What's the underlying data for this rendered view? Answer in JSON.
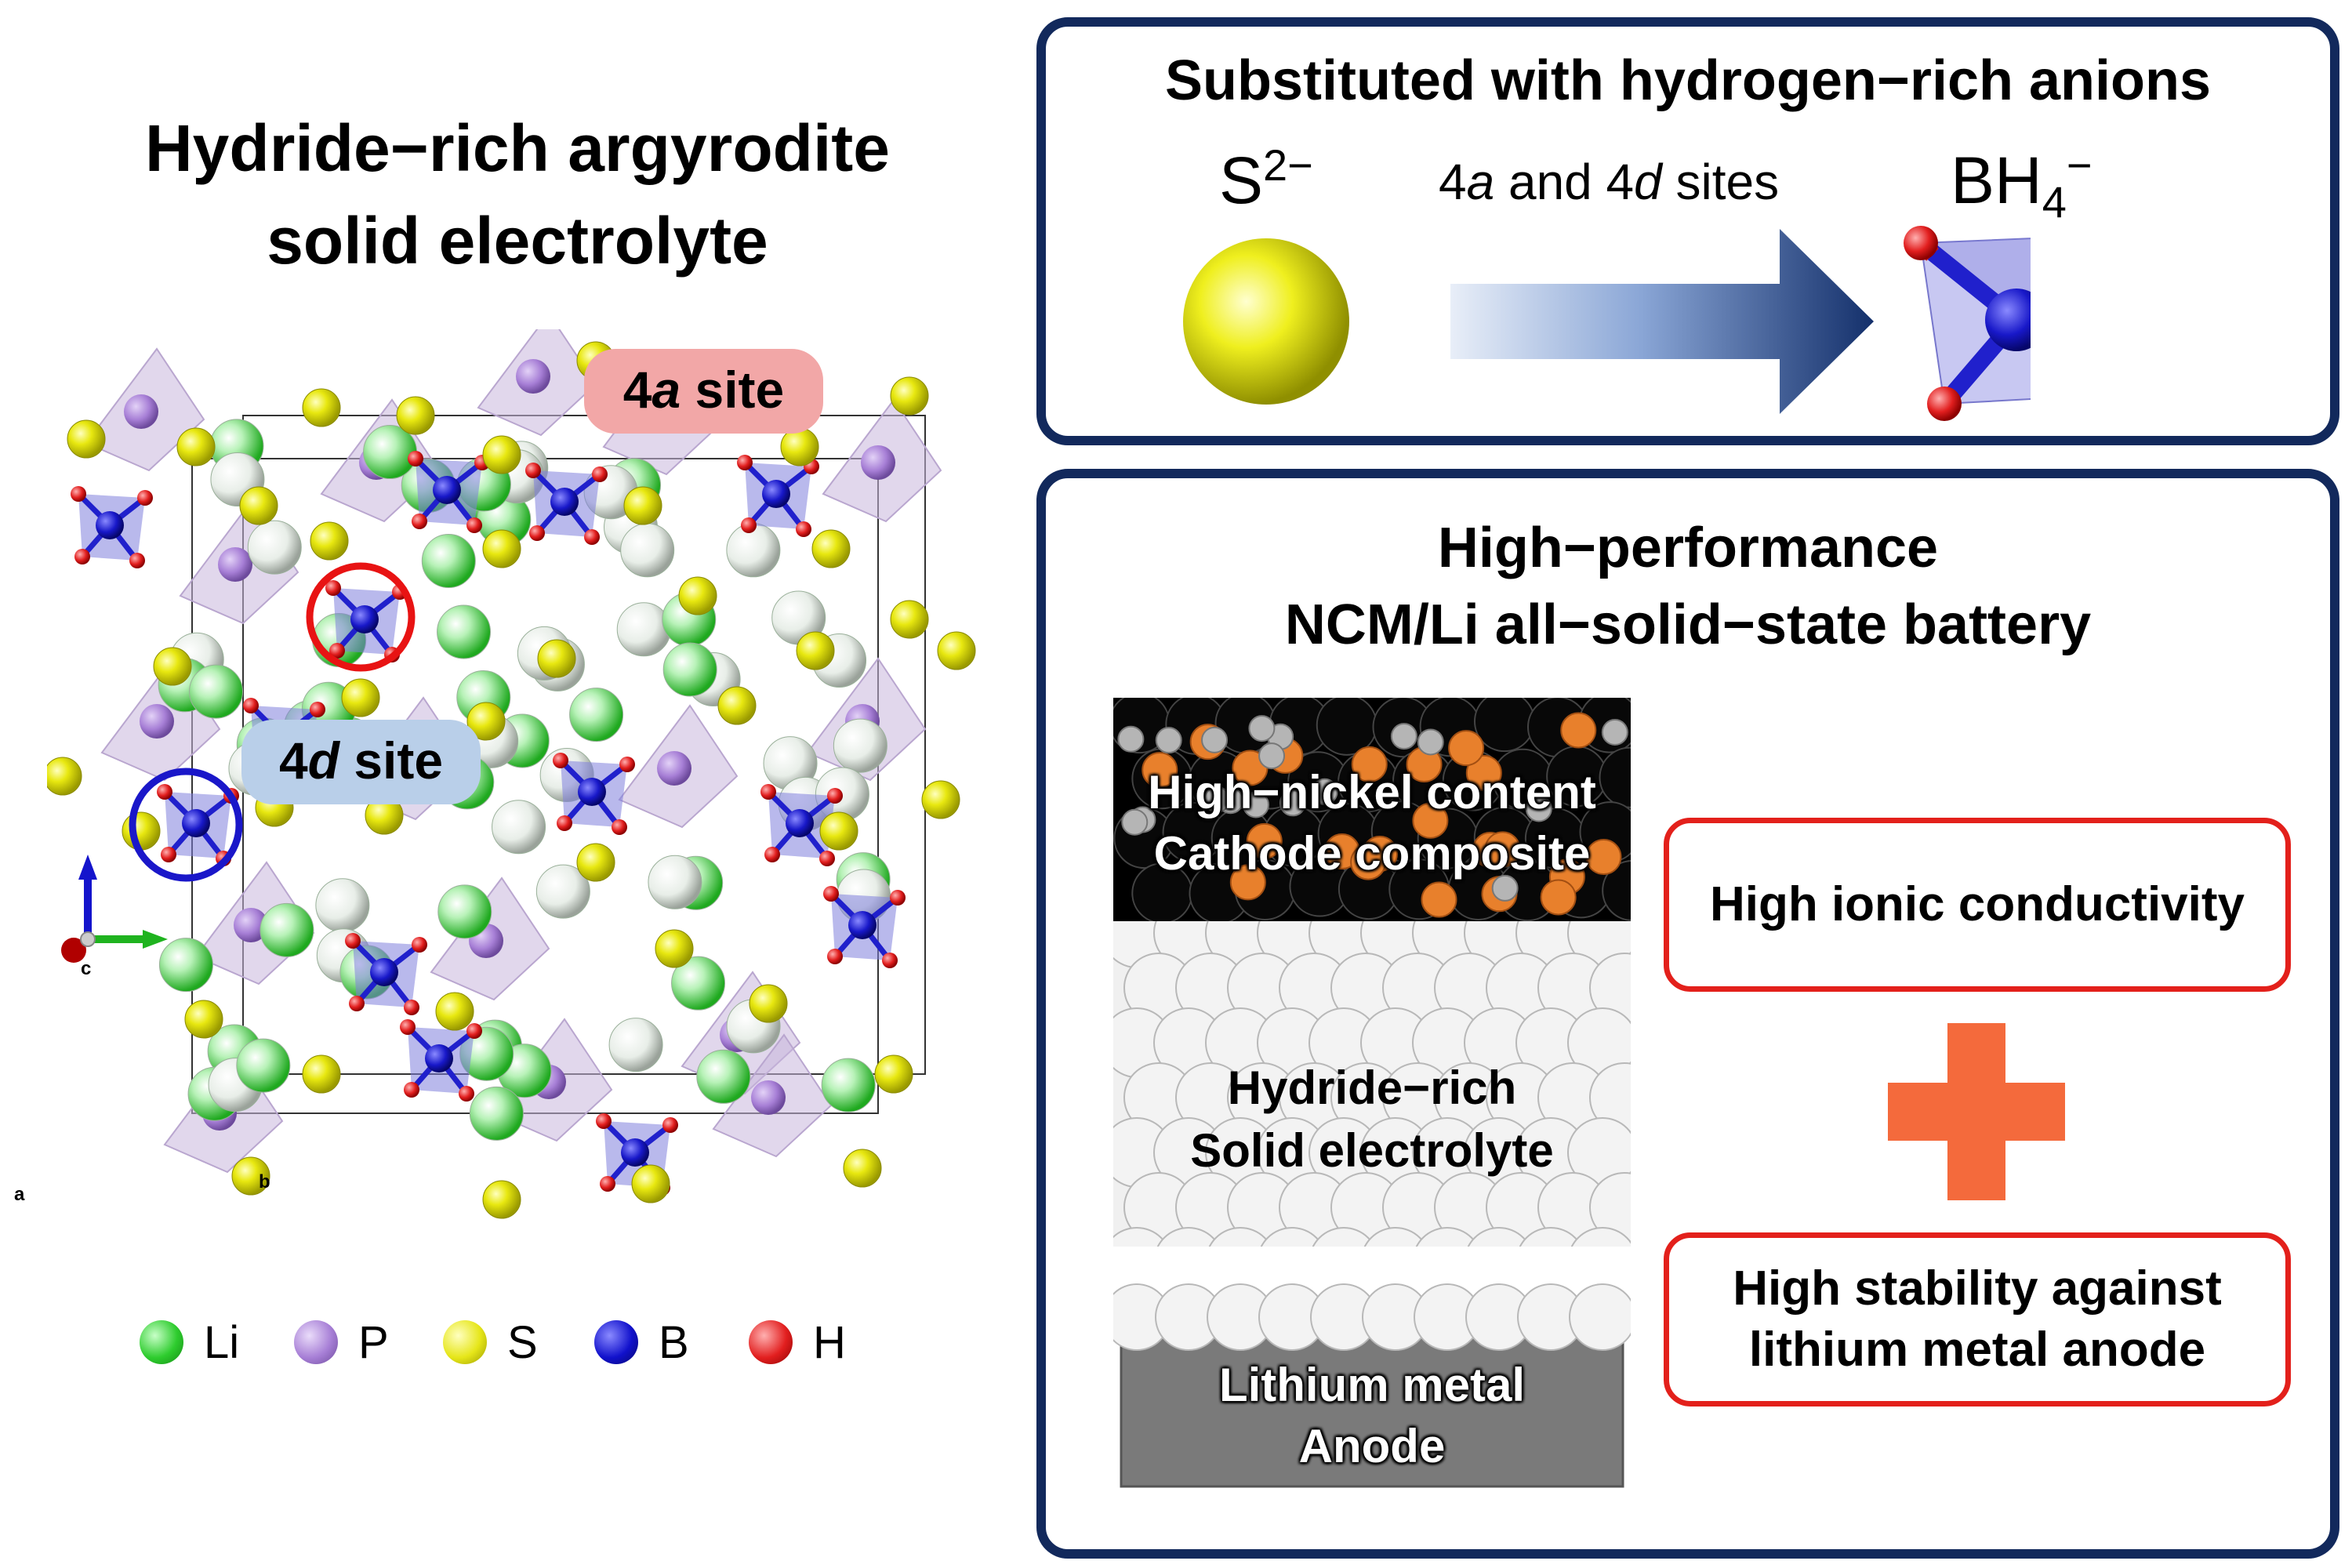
{
  "left": {
    "title_line1": "Hydride−rich argyrodite",
    "title_line2": "solid electrolyte",
    "label_4a_num": "4",
    "label_4a_italic": "a",
    "label_4a_rest": " site",
    "label_4d_num": "4",
    "label_4d_italic": "d",
    "label_4d_rest": " site",
    "axes": {
      "a": "a",
      "b": "b",
      "c": "c"
    },
    "legend": [
      {
        "symbol": "Li",
        "color": "#2ecc2e"
      },
      {
        "symbol": "P",
        "color": "#a77fd6"
      },
      {
        "symbol": "S",
        "color": "#e6e619"
      },
      {
        "symbol": "B",
        "color": "#1111cc"
      },
      {
        "symbol": "H",
        "color": "#e21f1f"
      }
    ]
  },
  "top_panel": {
    "title": "Substituted with hydrogen−rich anions",
    "from_base": "S",
    "from_sup": "2−",
    "to_base": "BH",
    "to_sub": "4",
    "to_sup": "−",
    "arrow_num1": "4",
    "arrow_italic1": "a",
    "arrow_mid": " and 4",
    "arrow_italic2": "d",
    "arrow_end": " sites"
  },
  "bottom_panel": {
    "title_line1": "High−performance",
    "title_line2": "NCM/Li all−solid−state battery",
    "cathode_line1": "High−nickel content",
    "cathode_line2": "Cathode composite",
    "electrolyte_line1": "Hydride−rich",
    "electrolyte_line2": "Solid electrolyte",
    "anode_line1": "Lithium metal",
    "anode_line2": "Anode",
    "feature1": "High ionic conductivity",
    "feature2_line1": "High stability against",
    "feature2_line2": "lithium metal anode"
  },
  "colors": {
    "panel_border": "#12295c",
    "arrow_dark": "#14306b",
    "plus": "#f46a3c",
    "circle_4a": "#e81313",
    "circle_4d": "#1a17c9",
    "feature_border": "#e3201b",
    "anode": "#7a7a7a"
  }
}
